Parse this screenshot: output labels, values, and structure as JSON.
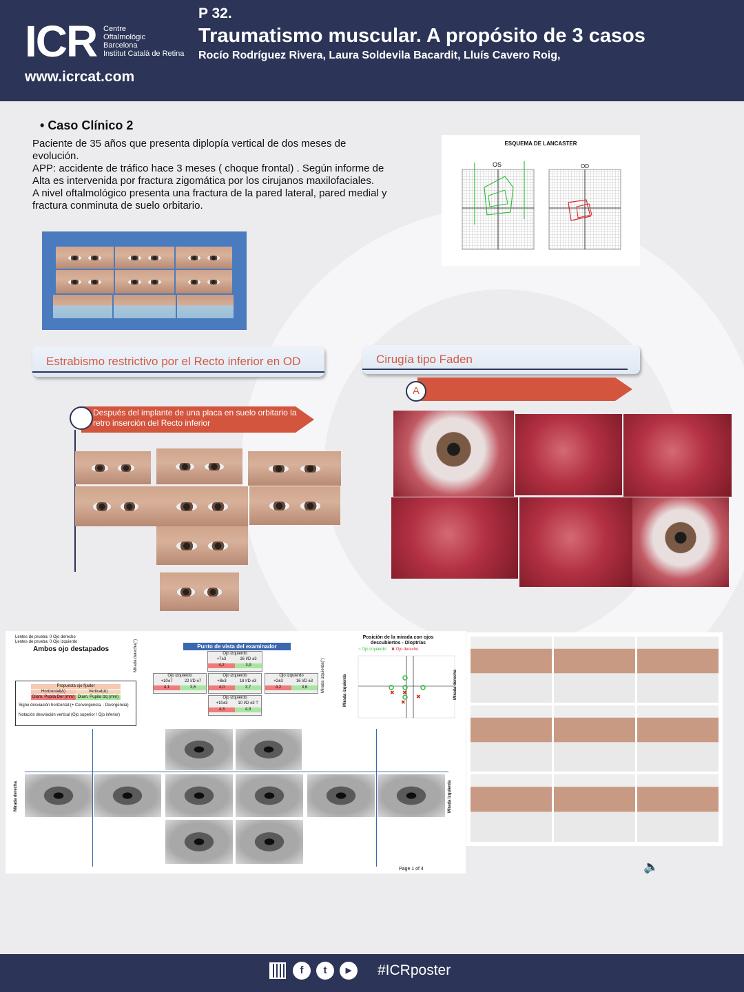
{
  "header": {
    "logo": "ICR",
    "logo_lines": [
      "Centre",
      "Oftalmològic",
      "Barcelona",
      "Institut Català de Retina"
    ],
    "url": "www.icrcat.com",
    "poster_number": "P 32.",
    "title": "Traumatismo muscular. A propósito de 3 casos",
    "authors": "Rocío Rodríguez Rivera, Laura Soldevila Bacardit, Lluís Cavero Roig,"
  },
  "case": {
    "heading": "Caso Clínico 2",
    "paragraphs": [
      "Paciente de 35 años que presenta diplopía vertical de dos meses de evolución.",
      "APP: accidente de tráfico hace 3 meses  ( choque frontal) . Según informe de Alta es intervenida por  fractura zigomática por  los cirujanos maxilofaciales.",
      "A nivel oftalmológico presenta una fractura de la pared lateral, pared medial y fractura conminuta de suelo orbitario."
    ]
  },
  "lancaster": {
    "title": "ESQUEMA DE LANCASTER",
    "left_label": "OS",
    "right_label": "OD",
    "colors": {
      "os": "#2dbf3a",
      "od": "#d42a2a"
    }
  },
  "sections": {
    "left_banner": "Estrabismo restrictivo por el Recto inferior en OD",
    "right_banner": "Cirugía tipo Faden",
    "step_a": "A",
    "left_arrow_text": "Después del implante de una placa  en suelo orbitario la retro inserción del Recto inferior"
  },
  "report": {
    "top_left_lines": [
      "Lentes de prueba: 0   Ojo derecho",
      "Lentes de prueba: 0   Ojo izquierdo"
    ],
    "state": "Ambos ojo destapados",
    "table_title": "Punto de vista del examinador",
    "legend_title": "Propuesta ojo fijador",
    "legend_h": "Horizontal(Δ)",
    "legend_v": "Vertical(Δ)",
    "legend_pd": "Diam. Pupila Der (mm)",
    "legend_pi": "Diam. Pupila Izq (mm)",
    "legend_note1": "Signo desviación horizontal (+ Convergencia, - Divergencia)",
    "legend_note2": "Notación desviación vertical (Ojo superior / Ojo inferior)",
    "eye_label": "Ojo izquierdo",
    "cells": {
      "top_h": "+7±3",
      "top_v": "26 I/D ±3",
      "top_pd": "4,2",
      "top_pi": "3,9",
      "ml_h": "+10±7",
      "ml_v": "22 I/D ±7",
      "ml_pd": "4,1",
      "ml_pi": "3,6",
      "mc_h": "+8±3",
      "mc_v": "18 I/D ±3",
      "mc_pd": "4,0",
      "mc_pi": "3,7",
      "mr_h": "+2±3",
      "mr_v": "16 I/D ±3",
      "mr_pd": "4,2",
      "mr_pi": "3,6",
      "bt_h": "+10±3",
      "bt_v": "10 I/D ±3 ?",
      "bt_pd": "4,3",
      "bt_pi": "4,9"
    },
    "side_right_label": "Mirada derecha(°)",
    "side_left_label": "Mirada izquierda(°)",
    "plot_title": "Posición de la mirada con ojos descubiertos - Dioptrías",
    "plot_legend_l": "Ojo izquierdo",
    "plot_legend_r": "Ojo derecho",
    "plot_y_left": "Mirada izquierda",
    "plot_y_right": "Mirada derecha",
    "grid_left_label": "Mirada derecha",
    "grid_right_label": "Mirada izquierda",
    "page": "Page 1 of 4"
  },
  "footer": {
    "hashtag": "#ICRposter",
    "icons": [
      "qr-code-icon",
      "facebook-icon",
      "twitter-icon",
      "youtube-icon"
    ]
  }
}
